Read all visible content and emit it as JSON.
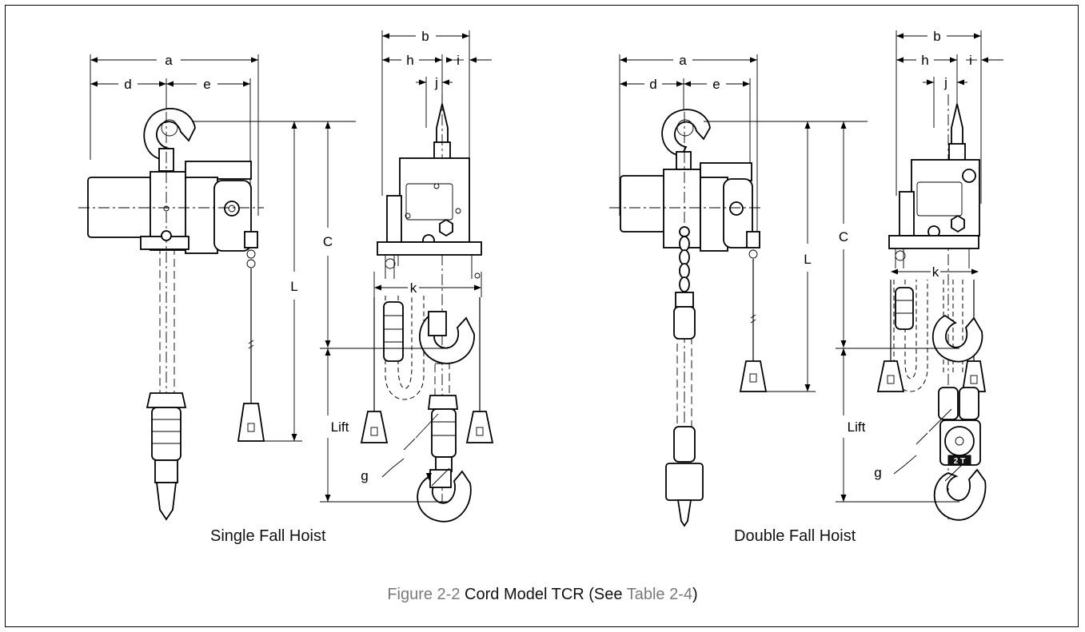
{
  "figure": {
    "captions": {
      "single": "Single Fall Hoist",
      "double": "Double Fall Hoist"
    },
    "caption_prefix": "Figure 2-2 ",
    "caption_main": "Cord Model TCR (See ",
    "caption_ref": "Table 2-4",
    "caption_suffix": ")"
  },
  "dimensions": {
    "a": "a",
    "b": "b",
    "c": "C",
    "d": "d",
    "e": "e",
    "g": "g",
    "h": "h",
    "i": "i",
    "j": "j",
    "k": "k",
    "l": "L",
    "lift": "Lift"
  },
  "colors": {
    "caption_ref": "#7a7a7a",
    "line": "#000000"
  }
}
